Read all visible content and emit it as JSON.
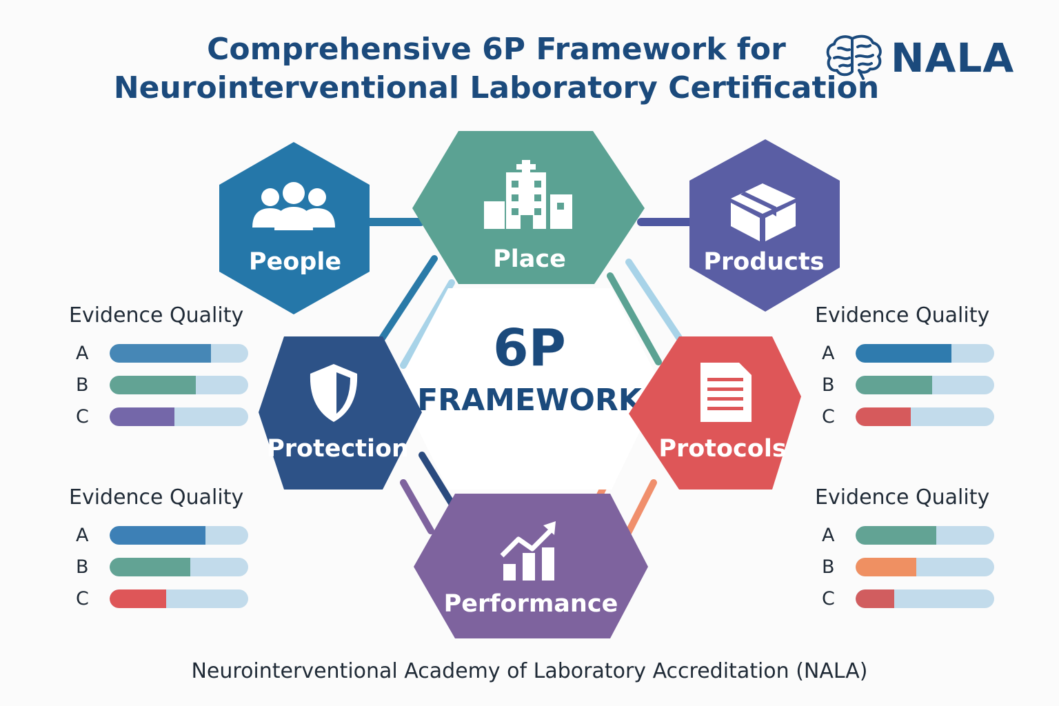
{
  "title": {
    "line1": "Comprehensive 6P Framework for",
    "line2": "Neurointerventional Laboratory Certification"
  },
  "logo": {
    "text": "NALA",
    "icon": "brain-icon",
    "color": "#1b4a7c"
  },
  "center": {
    "big": "6P",
    "sub": "FRAMEWORK"
  },
  "nodes": [
    {
      "key": "people",
      "label": "People",
      "icon": "people-icon",
      "color": "#2577a9"
    },
    {
      "key": "place",
      "label": "Place",
      "icon": "hospital-icon",
      "color": "#5ba293"
    },
    {
      "key": "products",
      "label": "Products",
      "icon": "box-icon",
      "color": "#5a5ea4"
    },
    {
      "key": "protection",
      "label": "Protection",
      "icon": "shield-icon",
      "color": "#2d5287"
    },
    {
      "key": "protocols",
      "label": "Protocols",
      "icon": "document-icon",
      "color": "#de5658"
    },
    {
      "key": "performance",
      "label": "Performance",
      "icon": "chart-arrow-icon",
      "color": "#7e639e"
    }
  ],
  "evidence": [
    {
      "title": "Evidence Quality",
      "rows": [
        {
          "grade": "A",
          "fill": 0.73,
          "color": "#4687b6"
        },
        {
          "grade": "B",
          "fill": 0.62,
          "color": "#62a394"
        },
        {
          "grade": "C",
          "fill": 0.47,
          "color": "#7467a9"
        }
      ]
    },
    {
      "title": "Evidence Quality",
      "rows": [
        {
          "grade": "A",
          "fill": 0.69,
          "color": "#2f7bae"
        },
        {
          "grade": "B",
          "fill": 0.55,
          "color": "#62a394"
        },
        {
          "grade": "C",
          "fill": 0.4,
          "color": "#d65a5c"
        }
      ]
    },
    {
      "title": "Evidence Quality",
      "rows": [
        {
          "grade": "A",
          "fill": 0.69,
          "color": "#3d80b6"
        },
        {
          "grade": "B",
          "fill": 0.58,
          "color": "#62a394"
        },
        {
          "grade": "C",
          "fill": 0.41,
          "color": "#de5658"
        }
      ]
    },
    {
      "title": "Evidence Quality",
      "rows": [
        {
          "grade": "A",
          "fill": 0.58,
          "color": "#62a394"
        },
        {
          "grade": "B",
          "fill": 0.44,
          "color": "#ef9062"
        },
        {
          "grade": "C",
          "fill": 0.28,
          "color": "#d15d5f"
        }
      ]
    }
  ],
  "footer": "Neurointerventional Academy of Laboratory Accreditation (NALA)"
}
